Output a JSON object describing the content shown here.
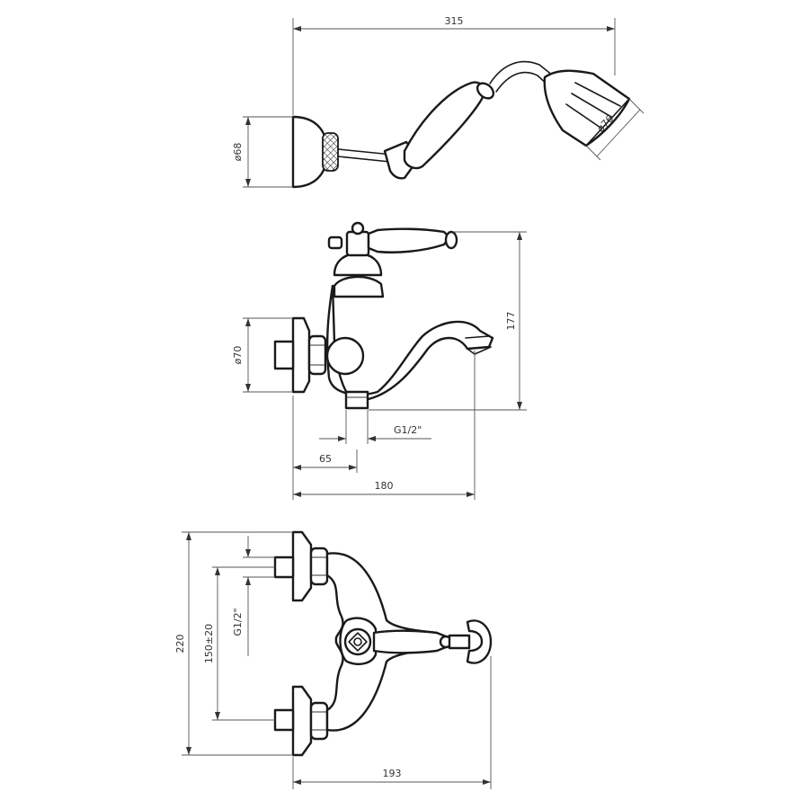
{
  "dimensions": {
    "hand_shower_length": "315",
    "wall_flange_diameter_top": "ø68",
    "shower_head_diameter": "ø76",
    "overall_height": "177",
    "wall_flange_diameter_side": "ø70",
    "thread_size_side": "G1/2\"",
    "wall_to_outlet": "65",
    "overall_projection": "180",
    "overall_width": "220",
    "centre_distance": "150±20",
    "thread_size_plan": "G1/2\"",
    "plan_projection": "193"
  }
}
